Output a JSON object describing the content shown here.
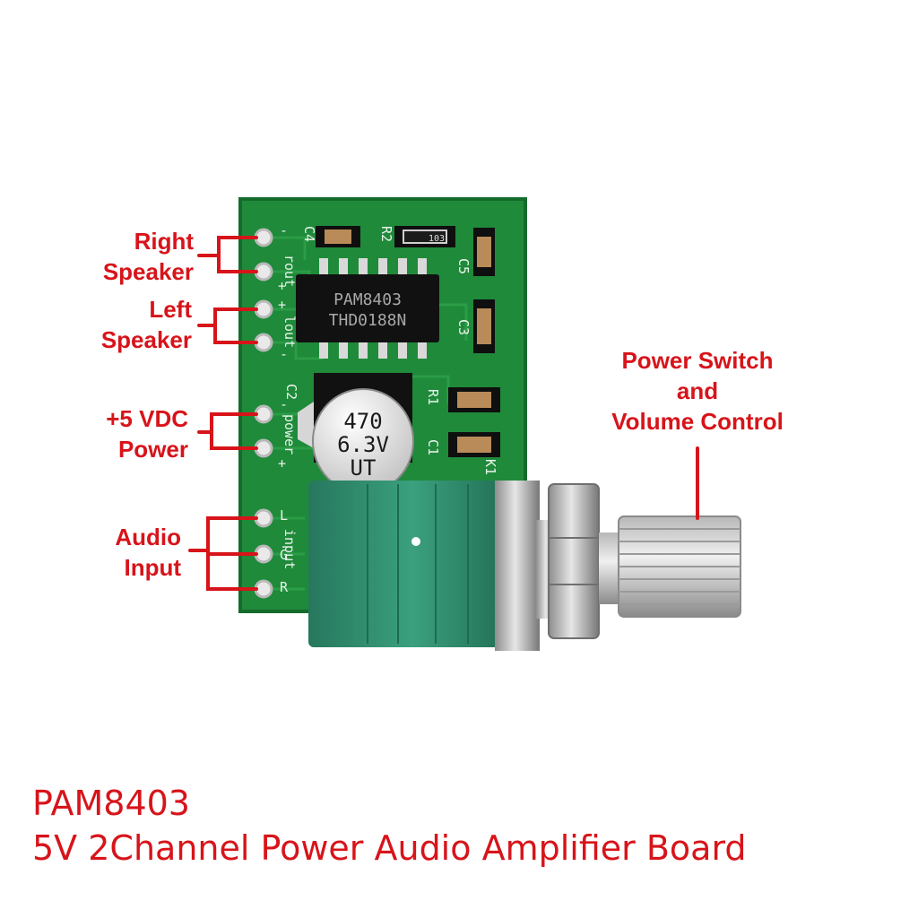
{
  "colors": {
    "accent": "#d7141a",
    "pcb": "#1f8a3a",
    "pot": "#2f8f6e"
  },
  "labels": {
    "right_speaker": [
      "Right",
      "Speaker"
    ],
    "left_speaker": [
      "Left",
      "Speaker"
    ],
    "power": [
      "+5 VDC",
      "Power"
    ],
    "audio_input": [
      "Audio",
      "Input"
    ],
    "switch": [
      "Power Switch",
      "and",
      "Volume Control"
    ]
  },
  "board": {
    "chip_line1": "PAM8403",
    "chip_line2": "THD0188N",
    "cap_line1": "470",
    "cap_line2": "6.3V",
    "cap_line3": "UT",
    "silk": {
      "c4": "C4",
      "r2": "R2",
      "c5": "C5",
      "c3": "C3",
      "r1": "R1",
      "c1": "C1",
      "c2": "C2",
      "k1": "K1",
      "rout": "rout",
      "lout": "lout",
      "power": "power",
      "input": "input",
      "minus": "-",
      "plus": "+",
      "l": "L",
      "g": "G",
      "r": "R",
      "res": "103"
    }
  },
  "caption": {
    "line1": "PAM8403",
    "line2": "5V 2Channel Power Audio Amplifier Board"
  }
}
